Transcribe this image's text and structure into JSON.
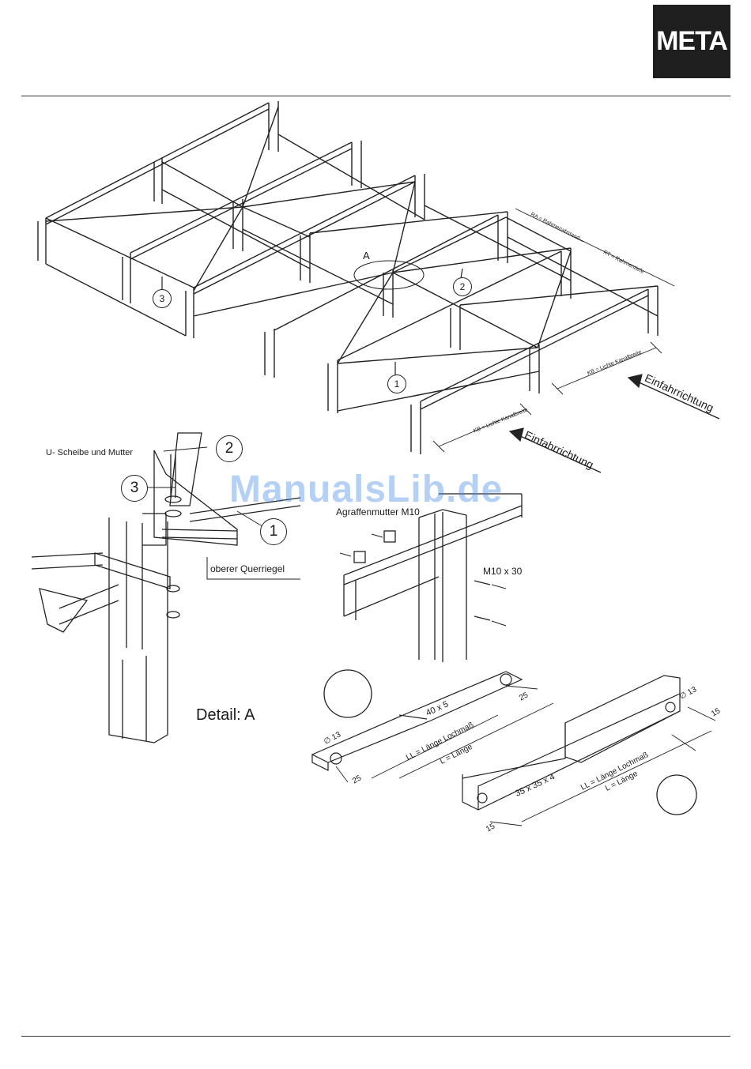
{
  "brand": {
    "logo_text": "META"
  },
  "watermark": "ManualsLib.de",
  "overview": {
    "label_A": "A",
    "callouts": [
      "3",
      "2",
      "1"
    ],
    "dim_RA": "RA = Rahmenabstand",
    "dim_RT": "RT = Rahmentiefe",
    "dim_KB_right": "KB = Lichte Kanalbreite",
    "dim_KB_left": "KB = Lichte Kanalbreite",
    "direction_right": "Einfahrrichtung",
    "direction_left": "Einfahrrichtung"
  },
  "detail_a": {
    "washer_nut": "U- Scheibe und Mutter",
    "callout_2": "2",
    "callout_3": "3",
    "callout_1": "1",
    "top_beam": "oberer Querriegel",
    "title": "Detail: A"
  },
  "connection": {
    "clip_nut": "Agraffenmutter M10",
    "bolt": "M10 x 30"
  },
  "flat_bar": {
    "hole": "∅ 13",
    "size": "40 x 5",
    "end_25_a": "25",
    "end_25_b": "25",
    "hole_length": "LL = Länge Lochmaß",
    "length": "L = Länge"
  },
  "angle": {
    "hole": "∅ 13",
    "size": "35 x 35 x 4",
    "end_15_a": "15",
    "end_15_b": "15",
    "hole_length": "LL = Länge Lochmaß",
    "length": "L = Länge"
  }
}
